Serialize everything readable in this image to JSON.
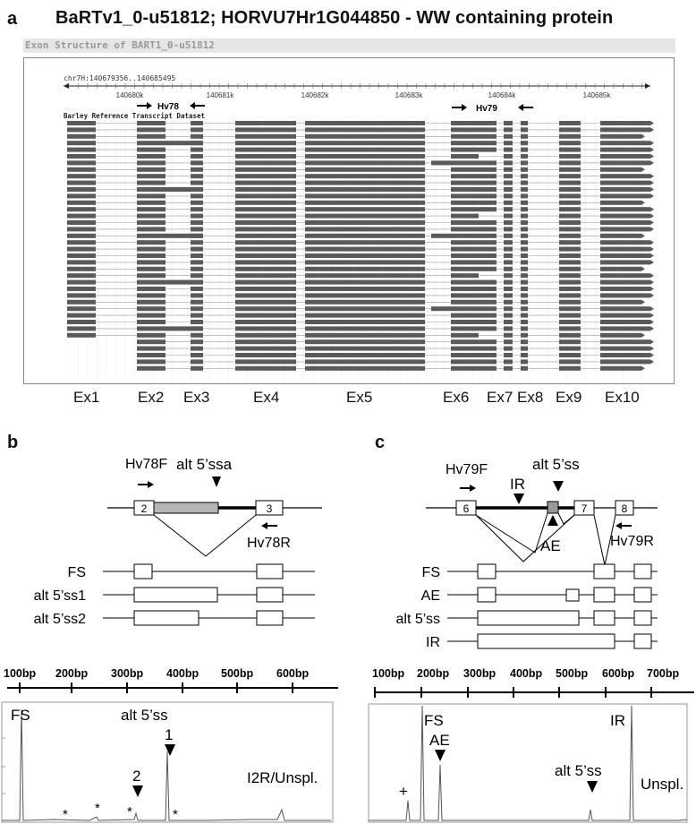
{
  "panel_a": {
    "letter": "a",
    "title": "BaRTv1_0-u51812; HORVU7Hr1G044850 - WW containing protein",
    "browser": {
      "header": "Exon Structure of BART1_0-u51812",
      "locus": "chr7H:140679356..140685495",
      "ticks": [
        "140680k",
        "140681k",
        "140682k",
        "140683k",
        "140684k",
        "140685k"
      ],
      "track_label": "Barley Reference Transcript Dataset",
      "primers": [
        "Hv78",
        "Hv79"
      ]
    },
    "exons": [
      "Ex1",
      "Ex2",
      "Ex3",
      "Ex4",
      "Ex5",
      "Ex6",
      "Ex7",
      "Ex8",
      "Ex9",
      "Ex10"
    ]
  },
  "panel_b": {
    "letter": "b",
    "primer_f": "Hv78F",
    "primer_r": "Hv78R",
    "site_label": "alt 5’ssa",
    "exon_left": "2",
    "exon_right": "3",
    "isoforms": [
      "FS",
      "alt 5’ss1",
      "alt 5’ss2"
    ],
    "scale": [
      "100bp",
      "200bp",
      "300bp",
      "400bp",
      "500bp",
      "600bp"
    ],
    "peaks": {
      "fs": "FS",
      "alt": "alt 5’ss",
      "p1": "1",
      "p2": "2",
      "unspl": "I2R/Unspl.",
      "star": "*"
    }
  },
  "panel_c": {
    "letter": "c",
    "primer_f": "Hv79F",
    "primer_r": "Hv79R",
    "ir": "IR",
    "alt": "alt 5’ss",
    "ae": "AE",
    "exons": [
      "6",
      "7",
      "8"
    ],
    "isoforms": [
      "FS",
      "AE",
      "alt 5’ss",
      "IR"
    ],
    "scale": [
      "100bp",
      "200bp",
      "300bp",
      "400bp",
      "500bp",
      "600bp",
      "700bp"
    ],
    "peaks": {
      "plus": "+",
      "fs": "FS",
      "ae": "AE",
      "ir": "IR",
      "alt": "alt 5’ss",
      "unspl": "Unspl."
    }
  }
}
